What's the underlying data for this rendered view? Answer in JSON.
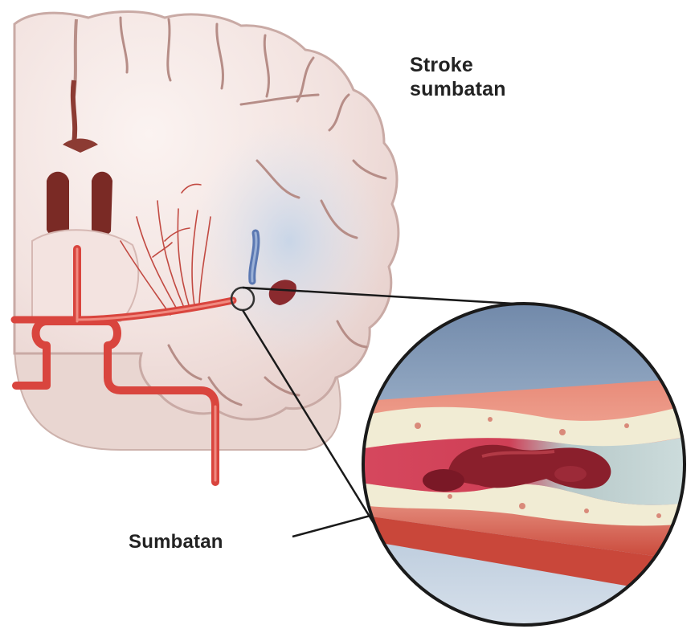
{
  "labels": {
    "stroke_title_line1": "Stroke",
    "stroke_title_line2": "sumbatan",
    "blockage": "Sumbatan"
  },
  "colors": {
    "brain_tissue": "#f3e4e1",
    "artery": "#d9453e",
    "ischemic_area": "#c9d8ea",
    "clot": "#8a1f2c",
    "plaque": "#f1ecd4",
    "vessel_wall": "#e8796a",
    "background_blue": "#8ea6c4"
  }
}
